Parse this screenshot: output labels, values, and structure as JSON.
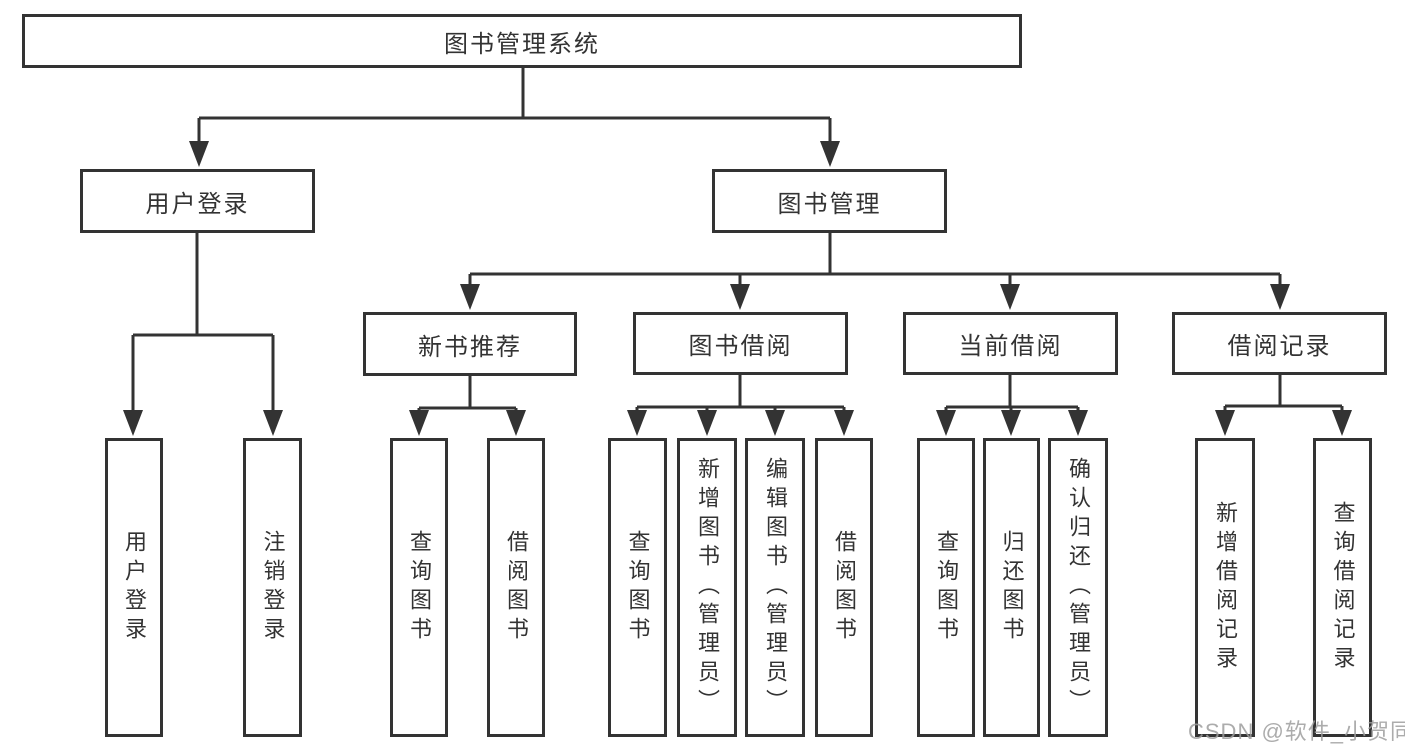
{
  "diagram_title": "图书管理系统",
  "tree": {
    "root": {
      "label": "图书管理系统"
    },
    "level2": [
      {
        "label": "用户登录",
        "children": [
          {
            "label": "用户登录"
          },
          {
            "label": "注销登录"
          }
        ]
      },
      {
        "label": "图书管理",
        "children": [
          {
            "label": "新书推荐",
            "children": [
              {
                "label": "查询图书"
              },
              {
                "label": "借阅图书"
              }
            ]
          },
          {
            "label": "图书借阅",
            "children": [
              {
                "label": "查询图书"
              },
              {
                "label": "新增图书（管理员）"
              },
              {
                "label": "编辑图书（管理员）"
              },
              {
                "label": "借阅图书"
              }
            ]
          },
          {
            "label": "当前借阅",
            "children": [
              {
                "label": "查询图书"
              },
              {
                "label": "归还图书"
              },
              {
                "label": "确认归还（管理员）"
              }
            ]
          },
          {
            "label": "借阅记录",
            "children": [
              {
                "label": "新增借阅记录"
              },
              {
                "label": "查询借阅记录"
              }
            ]
          }
        ]
      }
    ]
  },
  "watermark": {
    "text": "CSDN @软件_小贺同学"
  },
  "colors": {
    "line": "#333333",
    "box_border": "#333333",
    "text": "#333333",
    "watermark": "#9e9e9e",
    "background": "#ffffff"
  }
}
